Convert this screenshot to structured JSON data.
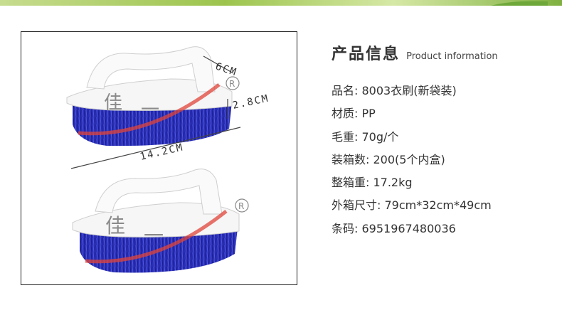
{
  "title": {
    "cn": "产品信息",
    "en": "Product information"
  },
  "specs": [
    "品名: 8003衣刷(新袋装)",
    "材质: PP",
    "毛重: 70g/个",
    "装箱数: 200(5个内盒)",
    "整箱重:  17.2kg",
    "外箱尺寸: 79cm*32cm*49cm",
    "条码: 6951967480036"
  ],
  "image": {
    "dimensions": {
      "width": "6CM",
      "height": "2.8CM",
      "length": "14.2CM"
    },
    "brand_mark": "®",
    "brand_char": "佳一",
    "bristle_color": "#2a2fb8",
    "accent_color": "#e0443a"
  },
  "colors": {
    "banner": "#9cc44d",
    "text": "#333333"
  }
}
